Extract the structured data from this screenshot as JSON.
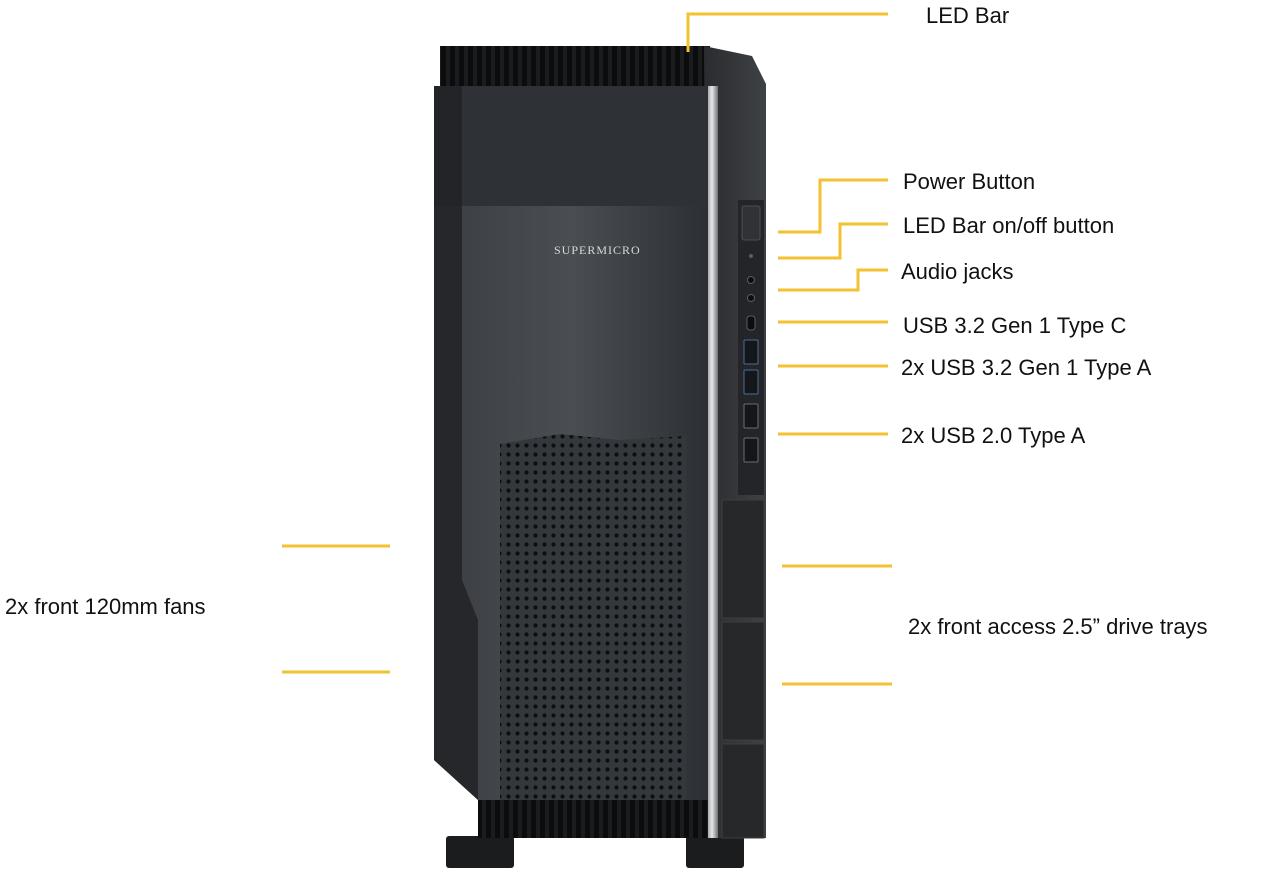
{
  "brand": "SUPERMICRO",
  "colors": {
    "leader": "#f2c230",
    "case": "#3f4347",
    "case_dark": "#1f2124",
    "text": "#111111"
  },
  "callouts": {
    "led_bar": "LED Bar",
    "power_button": "Power Button",
    "led_bar_toggle": "LED Bar on/off button",
    "audio_jacks": "Audio jacks",
    "usb_c": "USB 3.2 Gen 1 Type C",
    "usb_a_32": "2x USB 3.2 Gen 1 Type A",
    "usb_a_20": "2x USB 2.0 Type A",
    "front_fans": "2x front 120mm fans",
    "drive_trays": "2x front access 2.5” drive trays"
  }
}
